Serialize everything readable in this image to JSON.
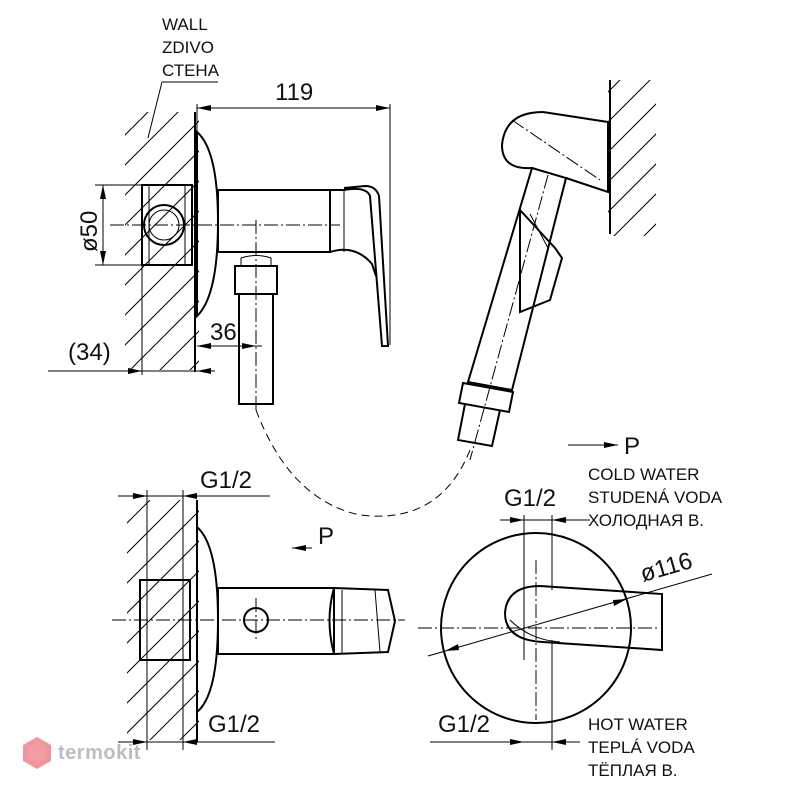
{
  "wall_labels": [
    "WALL",
    "ZDIVO",
    "СТЕНА"
  ],
  "dimensions": {
    "total_depth": "119",
    "body_diameter": "ø50",
    "offset": "36",
    "wall_offset": "(34)",
    "rosette_diameter": "ø116",
    "thread_top": "G1/2",
    "thread_bottom": "G1/2",
    "thread_front_top": "G1/2",
    "thread_front_bottom": "G1/2"
  },
  "flow_marker": "P",
  "cold_water": [
    "COLD WATER",
    "STUDENÁ VODA",
    "ХОЛОДНАЯ В."
  ],
  "hot_water": [
    "HOT WATER",
    "TEPLÁ VODA",
    "TЁПЛАЯ В."
  ],
  "watermark": {
    "text": "termokit",
    "color": "#e2404a"
  }
}
